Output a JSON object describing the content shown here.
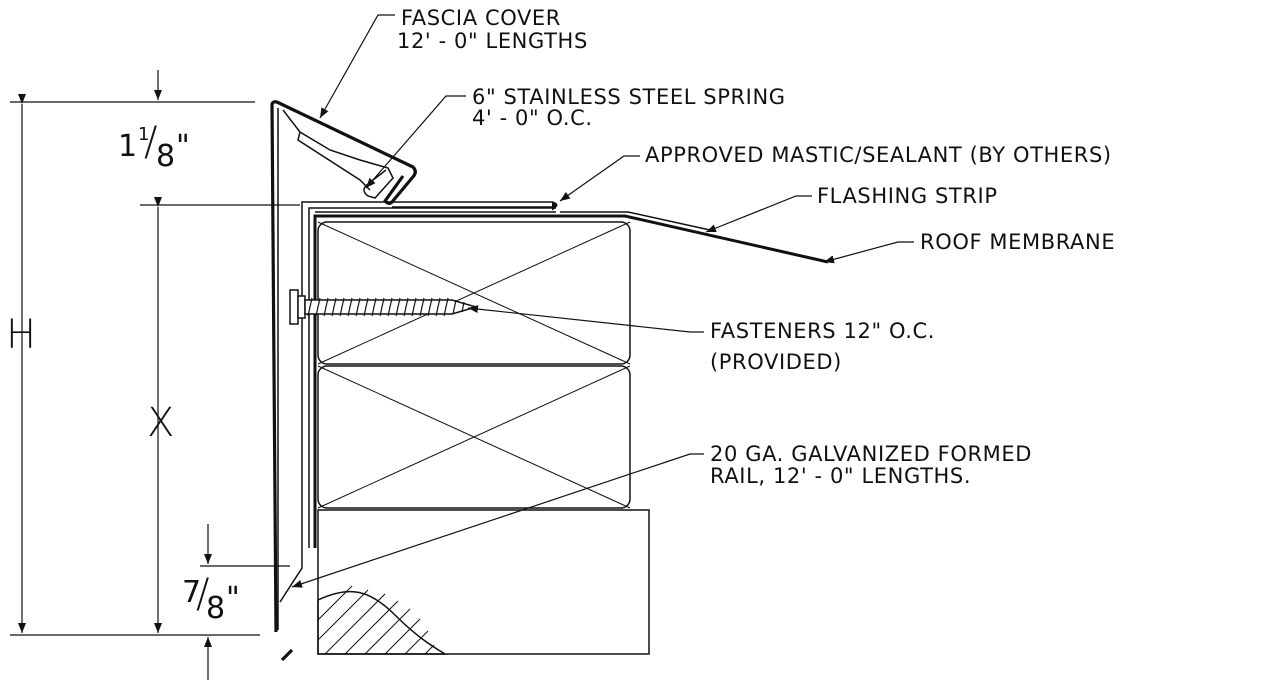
{
  "callouts": {
    "fascia_cover": {
      "line1": "FASCIA COVER",
      "line2": "12' - 0\" LENGTHS"
    },
    "spring": {
      "line1": "6\" STAINLESS STEEL SPRING",
      "line2": "4' - 0\" O.C."
    },
    "mastic": "APPROVED MASTIC/SEALANT (BY OTHERS)",
    "flashing": "FLASHING STRIP",
    "membrane": "ROOF MEMBRANE",
    "fasteners": {
      "line1": "FASTENERS 12\" O.C.",
      "line2": "(PROVIDED)"
    },
    "rail": {
      "line1": "20 GA. GALVANIZED FORMED",
      "line2": "RAIL, 12' - 0\" LENGTHS."
    }
  },
  "dimensions": {
    "overall": "H",
    "nailer": "X",
    "top_offset": {
      "whole": "1",
      "numerator": "1",
      "denominator": "8",
      "unit": "\""
    },
    "bottom_offset": {
      "numerator": "7",
      "denominator": "8",
      "unit": "\""
    }
  },
  "colors": {
    "line": "#111111",
    "background": "#ffffff"
  }
}
